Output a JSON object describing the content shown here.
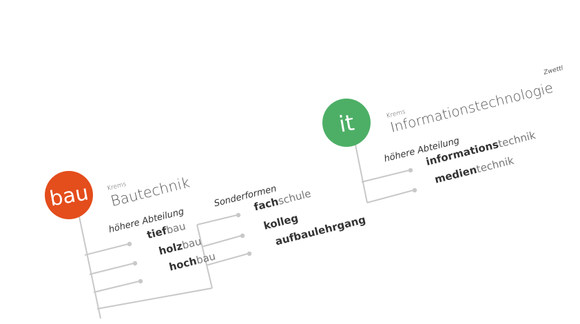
{
  "colors": {
    "bau": "#e44d1c",
    "it": "#4daf66",
    "line": "#c8c8c8",
    "text": "#333333"
  },
  "bau": {
    "badge": "bau",
    "location": "Krems",
    "title": "Bautechnik",
    "section": "höhere Abteilung",
    "items": [
      {
        "bold": "tief",
        "light": "bau"
      },
      {
        "bold": "holz",
        "light": "bau"
      },
      {
        "bold": "hoch",
        "light": "bau"
      }
    ],
    "sonder": {
      "heading": "Sonderformen",
      "items": [
        {
          "bold": "fach",
          "light": "schule"
        },
        {
          "bold": "kolleg",
          "light": ""
        },
        {
          "bold": "aufbaulehrgang",
          "light": ""
        }
      ]
    }
  },
  "it": {
    "badge": "it",
    "location": "Krems",
    "location2": "Zwettl",
    "title": "Informationstechnologie",
    "section": "höhere Abteilung",
    "items": [
      {
        "bold": "informations",
        "light": "technik"
      },
      {
        "bold": "medien",
        "light": "technik"
      }
    ]
  }
}
